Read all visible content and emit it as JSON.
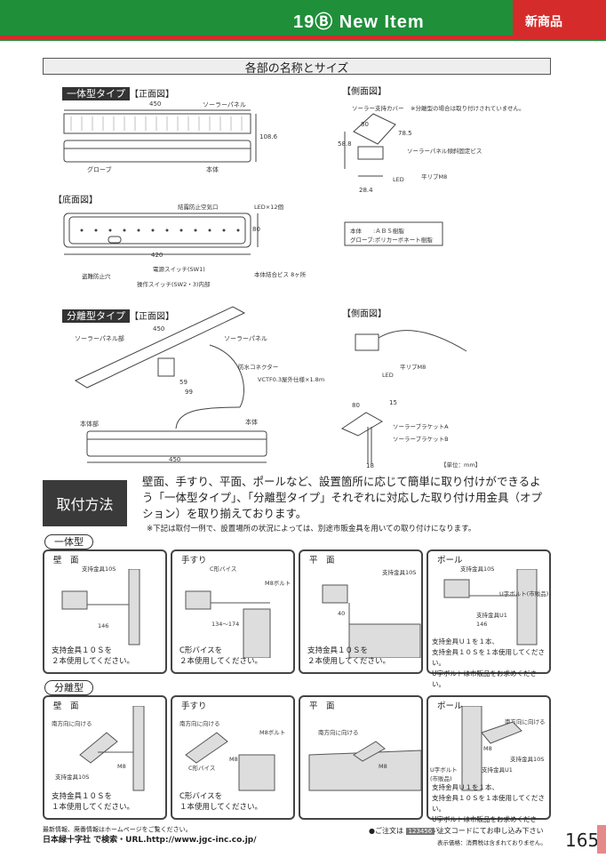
{
  "header": {
    "title": "19Ⓑ New Item",
    "badge": "新商品"
  },
  "section_title": "各部の名称とサイズ",
  "integrated": {
    "tag": "一体型タイプ",
    "front_label": "【正面図】",
    "side_label": "【側面図】",
    "bottom_label": "【底面図】",
    "front": {
      "width": "450",
      "height": "108.6",
      "solar": "ソーラーパネル",
      "globe": "グローブ",
      "body": "本体"
    },
    "side": {
      "cover": "ソーラー支持カバー",
      "note": "※分離型の場合は取り付けされていません。",
      "d80": "80",
      "d785": "78.5",
      "d588": "58.8",
      "d284": "28.4",
      "screw": "ソーラーパネル傾斜固定ビス",
      "rip": "平リブM8",
      "led": "LED"
    },
    "bottom": {
      "vent": "結露防止空気口",
      "led": "LED×12個",
      "d80": "80",
      "d420": "420",
      "sw1": "電源スイッチ(SW1)",
      "sw23": "操作スイッチ(SW2・3)内部",
      "theft": "盗難防止穴",
      "screws": "本体結合ビス 8ヶ所"
    },
    "material": {
      "body": "本体　　:ＡＢＳ樹脂",
      "globe": "グローブ:ポリカーボネート樹脂"
    }
  },
  "separate": {
    "tag": "分離型タイプ",
    "front_label": "【正面図】",
    "side_label": "【側面図】",
    "solar_part": "ソーラーパネル部",
    "solar": "ソーラーパネル",
    "d450": "450",
    "connector": "防水コネクター",
    "cable": "VCTF0.3屋外仕様×1.8m",
    "d59": "59",
    "d99": "99",
    "body_part": "本体部",
    "body": "本体",
    "d450b": "450",
    "rip": "平リブM8",
    "led": "LED",
    "d80": "80",
    "d15": "15",
    "d18": "18",
    "bracketA": "ソーラーブラケットA",
    "bracketB": "ソーラーブラケットB",
    "unit": "【単位：mm】"
  },
  "install": {
    "title": "取付方法",
    "text": "壁面、手すり、平面、ポールなど、設置箇所に応じて簡単に取り付けができるよう「一体型タイプ」、「分離型タイプ」それぞれに対応した取り付け用金具（オプション）を取り揃えております。",
    "note": "※下記は取付一例で、設置場所の状況によっては、別途市販金具を用いての取り付けになります。",
    "type1": "一体型",
    "type2": "分離型",
    "cards1": [
      {
        "title": "壁　面",
        "l1": "支持金具10S",
        "l2": "146",
        "desc": "支持金具１０Ｓを\n２本使用してください。"
      },
      {
        "title": "手すり",
        "l1": "C形バイス",
        "l2": "M8ボルト",
        "l3": "134～174",
        "desc": "C形バイスを\n２本使用してください。"
      },
      {
        "title": "平　面",
        "l1": "支持金具10S",
        "l2": "40",
        "desc": "支持金具１０Ｓを\n２本使用してください。"
      },
      {
        "title": "ポール",
        "l1": "支持金具10S",
        "l2": "U字ボルト(市販品)",
        "l3": "支持金具U1",
        "l4": "146",
        "desc": "支持金具Ｕ１を１本、\n支持金具１０Ｓを１本使用してください。\nU字ボルトは市販品をお求めください。"
      }
    ],
    "cards2": [
      {
        "title": "壁　面",
        "l1": "南方向に向ける",
        "l2": "M8",
        "l3": "支持金具10S",
        "desc": "支持金具１０Ｓを\n１本使用してください。"
      },
      {
        "title": "手すり",
        "l1": "南方向に向ける",
        "l2": "M8ボルト",
        "l3": "M8",
        "l4": "C形バイス",
        "desc": "C形バイスを\n１本使用してください。"
      },
      {
        "title": "平　面",
        "l1": "南方向に向ける",
        "l2": "M8",
        "desc": ""
      },
      {
        "title": "ポール",
        "l1": "南方向に向ける",
        "l2": "M8",
        "l3": "支持金具10S",
        "l4": "U字ボルト(市販品)",
        "l5": "支持金具U1",
        "desc": "支持金具Ｕ１を１本、\n支持金具１０Ｓを１本使用してください。\nU字ボルトは市販品をお求めください。"
      }
    ]
  },
  "footer": {
    "line1": "最新情報、廃番情報はホームページをご覧ください。",
    "line2": "日本緑十字社 で検索・URL.http://www.jgc-inc.co.jp/",
    "order_pre": "●ご注文は",
    "order_code": "123456",
    "order_post": "注文コードにてお申し込み下さい",
    "price": "表示価格：消費税は含まれておりません。",
    "page": "165"
  }
}
